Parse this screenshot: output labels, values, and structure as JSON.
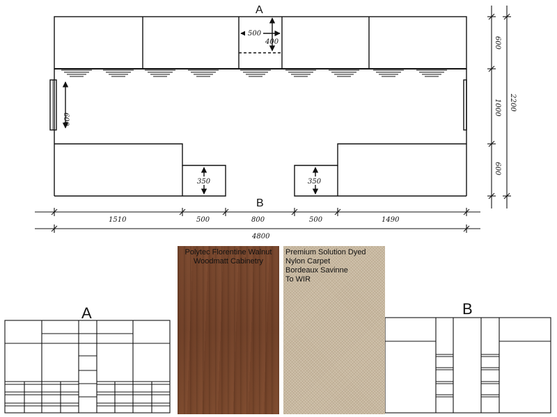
{
  "plan": {
    "label_top": "A",
    "label_bottom": "B",
    "dims": {
      "top_depth": "600",
      "mid_gap": "1000",
      "bottom_depth": "600",
      "total_depth": "2200",
      "window": "600",
      "drawer_w": "500",
      "drawer_d": "400",
      "low_left": "350",
      "low_right": "350",
      "seg_1": "1510",
      "seg_2": "500",
      "seg_3": "800",
      "seg_4": "500",
      "seg_5": "1490",
      "overall": "4800"
    }
  },
  "elevations": {
    "a_label": "A",
    "b_label": "B"
  },
  "swatches": {
    "walnut_label": "Polytec Florentine Walnut\nWoodmatt Cabinetry",
    "carpet_label": "Premium Solution Dyed\nNylon Carpet\nBordeaux Savinne\nTo WIR"
  }
}
